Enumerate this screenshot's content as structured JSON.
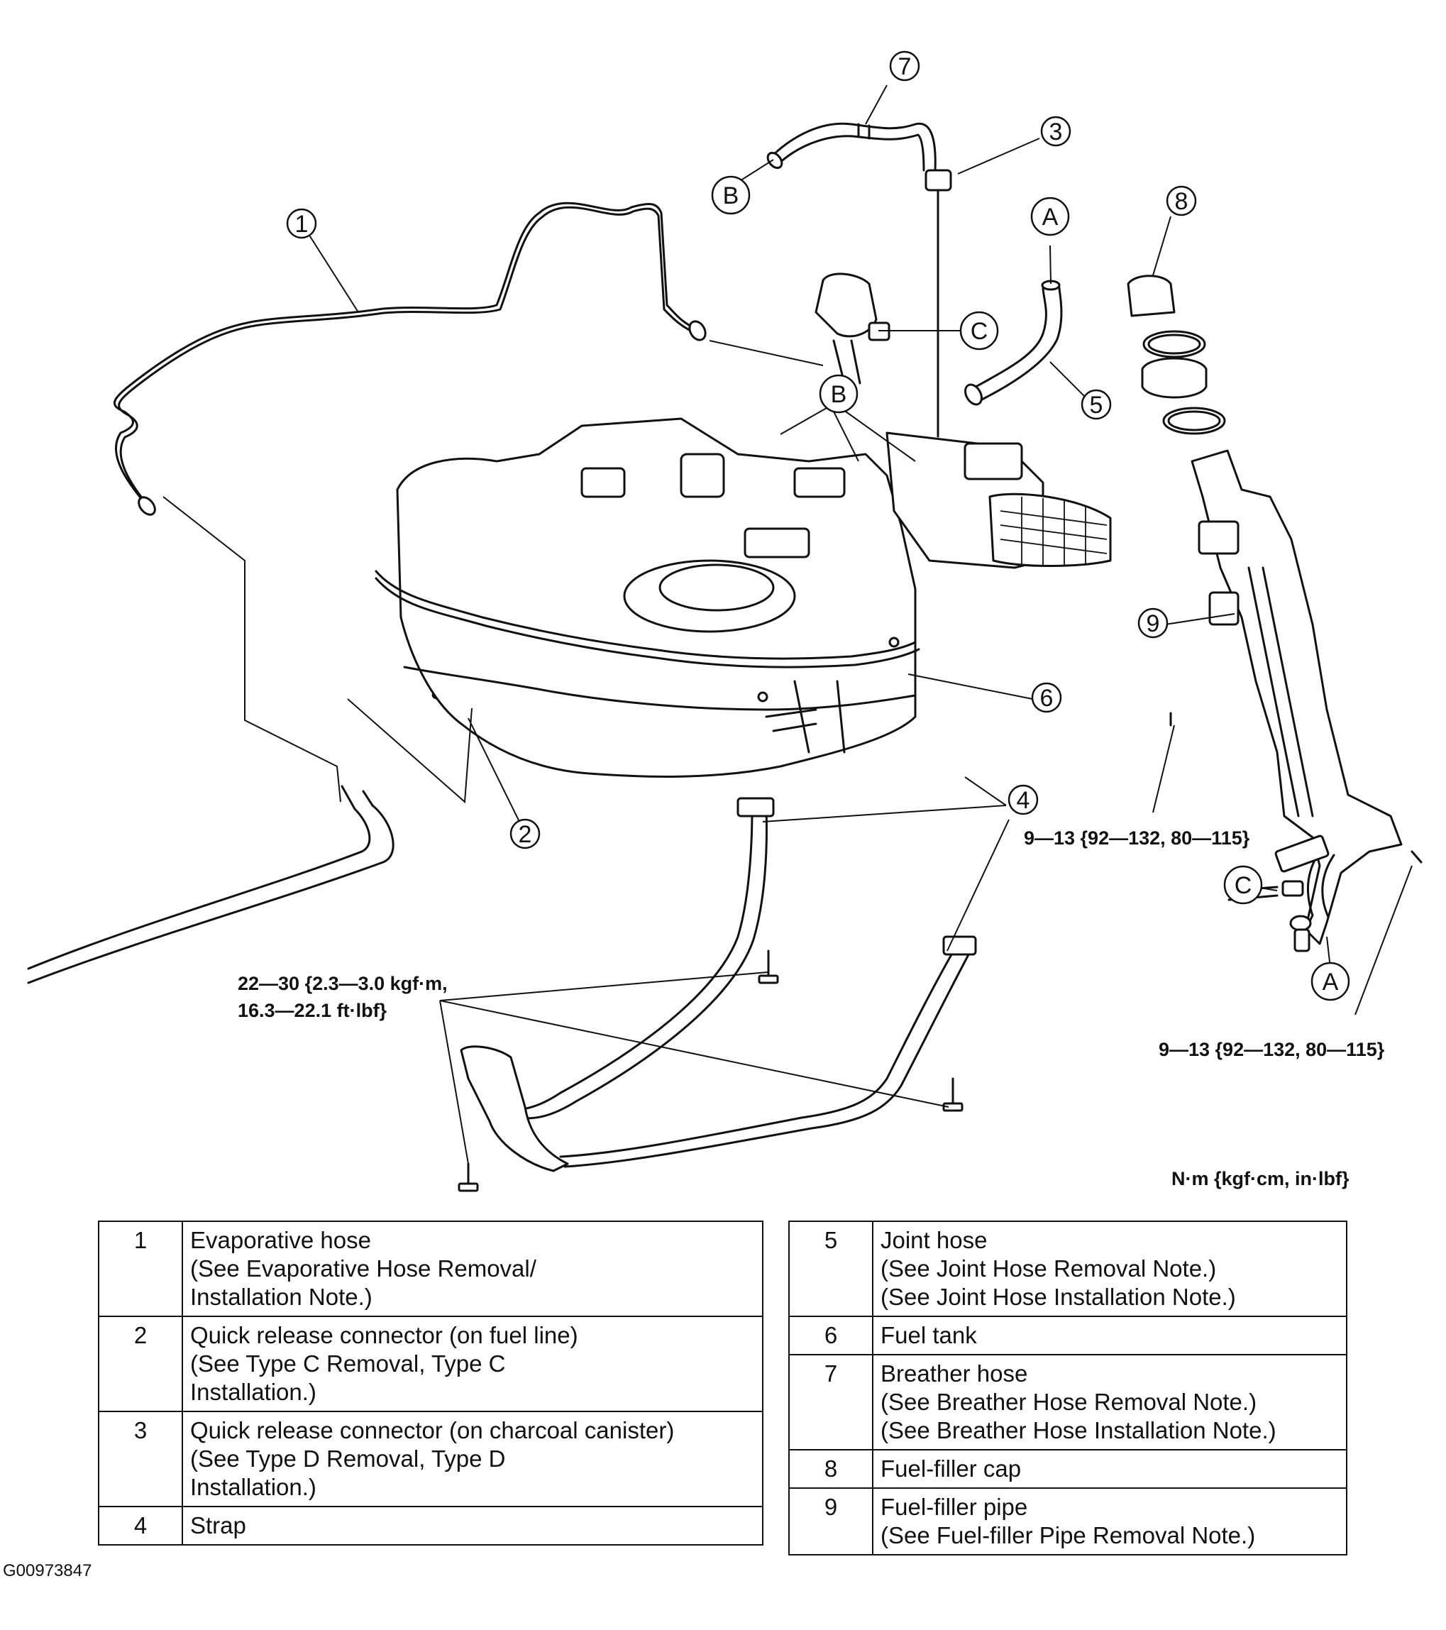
{
  "callouts": {
    "c1": "1",
    "c2": "2",
    "c3": "3",
    "c4": "4",
    "c5": "5",
    "c6": "6",
    "c7": "7",
    "c8": "8",
    "c9": "9",
    "letter_a": "A",
    "letter_b": "B",
    "letter_c": "C"
  },
  "torque": {
    "strap_line1": "22—30 {2.3—3.0 kgf·m,",
    "strap_line2": "16.3—22.1 ft·lbf}",
    "filler_upper": "9—13 {92—132, 80—115}",
    "filler_lower": "9—13 {92—132, 80—115}"
  },
  "units": "N·m {kgf·cm, in·lbf}",
  "table_left": [
    {
      "num": "1",
      "desc": "Evaporative hose\n(See Evaporative Hose Removal/\nInstallation Note.)"
    },
    {
      "num": "2",
      "desc": "Quick release connector (on fuel line)\n(See Type C Removal,  Type C\nInstallation.)"
    },
    {
      "num": "3",
      "desc": "Quick release connector (on charcoal canister)\n(See Type D Removal,  Type D\nInstallation.)"
    },
    {
      "num": "4",
      "desc": "Strap"
    }
  ],
  "table_right": [
    {
      "num": "5",
      "desc": "Joint hose\n(See Joint Hose Removal Note.)\n(See Joint Hose Installation Note.)"
    },
    {
      "num": "6",
      "desc": "Fuel tank"
    },
    {
      "num": "7",
      "desc": "Breather hose\n(See  Breather Hose Removal Note.)\n(See  Breather Hose Installation Note.)"
    },
    {
      "num": "8",
      "desc": "Fuel-filler cap"
    },
    {
      "num": "9",
      "desc": "Fuel-filler pipe\n(See  Fuel-filler Pipe Removal Note.)"
    }
  ],
  "figure_id": "G00973847"
}
